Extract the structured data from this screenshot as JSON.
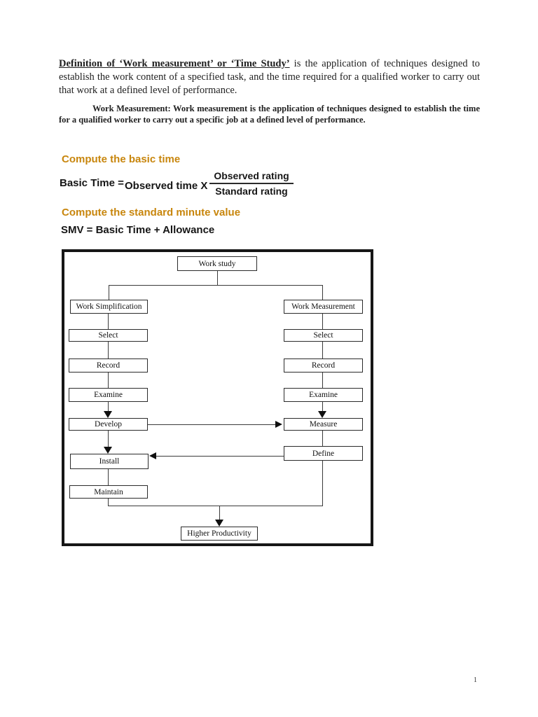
{
  "definition": {
    "lead": "Definition of ‘Work measurement’ or ‘Time Study’",
    "rest": " is the application of techniques designed to establish the work content of a specified task, and the time required for a qualified worker to carry out that work at a defined level of performance."
  },
  "work_measurement_para": "Work Measurement: Work measurement is the application of techniques designed to establish the time for a qualified worker to carry out a specific job at a defined level of performance.",
  "basic_time": {
    "heading": "Compute the basic time",
    "lhs": "Basic Time =",
    "operand": "Observed time X",
    "numerator": "Observed rating",
    "denominator": "Standard rating"
  },
  "smv": {
    "heading": "Compute the standard minute value",
    "formula": "SMV = Basic Time + Allowance"
  },
  "diagram": {
    "boxes": {
      "work_study": "Work study",
      "work_simplification": "Work Simplification",
      "work_measurement": "Work Measurement",
      "left_select": "Select",
      "left_record": "Record",
      "left_examine": "Examine",
      "develop": "Develop",
      "install": "Install",
      "maintain": "Maintain",
      "right_select": "Select",
      "right_record": "Record",
      "right_examine": "Examine",
      "measure": "Measure",
      "define": "Define",
      "higher_productivity": "Higher Productivity"
    }
  },
  "page": {
    "number": "1"
  },
  "colors": {
    "heading_orange": "#C8860D",
    "ink": "#1f1f1f"
  }
}
